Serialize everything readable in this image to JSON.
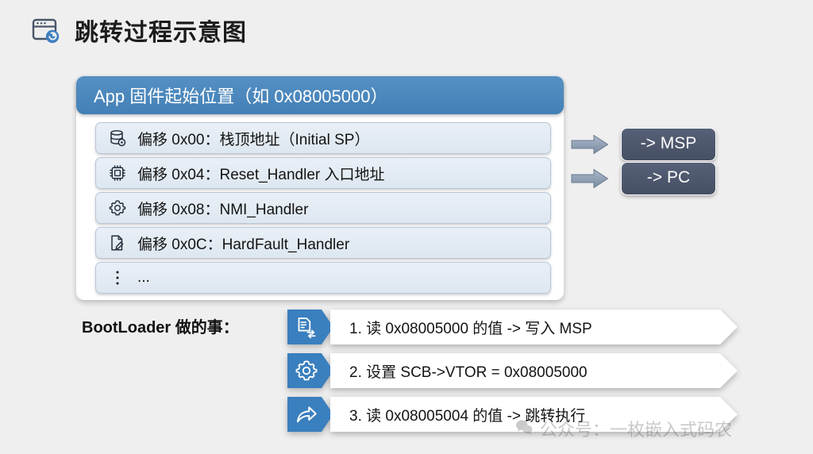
{
  "page": {
    "title": "跳转过程示意图",
    "title_icon": "browser-refresh-icon",
    "background_color": "#efefef"
  },
  "card": {
    "header": {
      "text": "App 固件起始位置（如 0x08005000）",
      "background_color": "#4380b6",
      "text_color": "#ffffff"
    },
    "rows": [
      {
        "icon": "database-icon",
        "text": "偏移 0x00：栈顶地址（Initial SP）"
      },
      {
        "icon": "chip-icon",
        "text": "偏移 0x04：Reset_Handler 入口地址"
      },
      {
        "icon": "gear-icon",
        "text": "偏移 0x08：NMI_Handler"
      },
      {
        "icon": "document-edit-icon",
        "text": "偏移 0x0C：HardFault_Handler"
      },
      {
        "icon": "vertical-dots-icon",
        "text": "..."
      }
    ],
    "row_background_color": "#e2eaf2",
    "row_border_color": "#b8c6d6"
  },
  "side_mappings": [
    {
      "arrow_icon": "block-arrow-right-icon",
      "badge": "-> MSP"
    },
    {
      "arrow_icon": "block-arrow-right-icon",
      "badge": "-> PC"
    }
  ],
  "badge_color": "#4a5568",
  "bootloader": {
    "label": "BootLoader 做的事：",
    "steps": [
      {
        "icon": "document-transfer-icon",
        "text": "1. 读 0x08005000 的值 -> 写入 MSP"
      },
      {
        "icon": "gear-icon",
        "text": "2. 设置 SCB->VTOR = 0x08005000"
      },
      {
        "icon": "share-arrow-icon",
        "text": "3. 读 0x08005004 的值 -> 跳转执行"
      }
    ],
    "accent_color": "#3a7fbe"
  },
  "watermark": {
    "icon": "wechat-icon",
    "text": "公众号：一枚嵌入式码农"
  }
}
